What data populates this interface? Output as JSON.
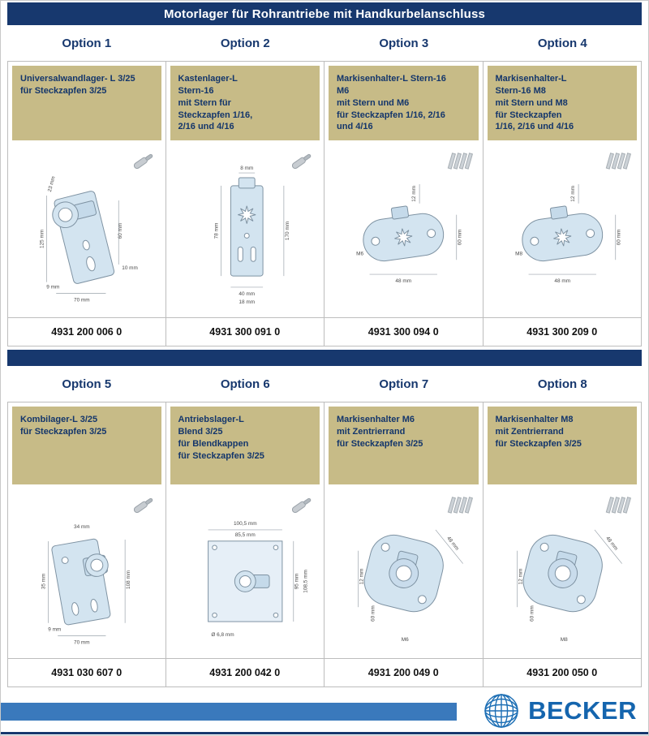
{
  "title": "Motorlager für Rohrantriebe mit Handkurbelanschluss",
  "brand": "BECKER",
  "colors": {
    "navy": "#17386e",
    "khaki": "#c7bb87",
    "footer_blue": "#3a79bc",
    "logo_blue": "#1565ae",
    "drawing_fill": "#d3e4f0"
  },
  "sections": [
    {
      "options": [
        {
          "label": "Option 1",
          "description": "Universalwandlager- L 3/25\nfür Steckzapfen 3/25",
          "article": "4931 200 006 0",
          "corner_icon": "pin-icon",
          "dims": [
            "23 mm",
            "125 mm",
            "60 mm",
            "9 mm",
            "70 mm",
            "10 mm"
          ]
        },
        {
          "label": "Option 2",
          "description": "Kastenlager-L\nStern-16\nmit Stern für\nSteckzapfen 1/16,\n2/16 und 4/16",
          "article": "4931 300 091 0",
          "corner_icon": "pin-icon",
          "dims": [
            "8 mm",
            "78 mm",
            "170 mm",
            "40 mm",
            "18 mm"
          ]
        },
        {
          "label": "Option 3",
          "description": "Markisenhalter-L Stern-16\nM6\nmit Stern und M6\nfür Steckzapfen 1/16, 2/16\nund 4/16",
          "article": "4931 300 094 0",
          "corner_icon": "hatch-icon",
          "dims": [
            "12 mm",
            "60 mm",
            "48 mm",
            "M6"
          ]
        },
        {
          "label": "Option 4",
          "description": "Markisenhalter-L\nStern-16 M8\nmit Stern und M8\nfür Steckzapfen\n1/16, 2/16 und 4/16",
          "article": "4931 300 209 0",
          "corner_icon": "hatch-icon",
          "dims": [
            "12 mm",
            "60 mm",
            "48 mm",
            "M8"
          ]
        }
      ]
    },
    {
      "options": [
        {
          "label": "Option 5",
          "description": "Kombilager-L 3/25\nfür Steckzapfen 3/25",
          "article": "4931 030 607 0",
          "corner_icon": "pin-icon",
          "dims": [
            "34 mm",
            "108 mm",
            "35 mm",
            "9 mm",
            "70 mm"
          ]
        },
        {
          "label": "Option 6",
          "description": "Antriebslager-L\nBlend 3/25\nfür Blendkappen\nfür Steckzapfen 3/25",
          "article": "4931 200 042 0",
          "corner_icon": "pin-icon",
          "dims": [
            "100,5 mm",
            "85,5 mm",
            "95 mm",
            "108,5 mm",
            "Ø 6,8 mm"
          ]
        },
        {
          "label": "Option 7",
          "description": "Markisenhalter M6\nmit Zentrierrand\nfür Steckzapfen 3/25",
          "article": "4931 200 049 0",
          "corner_icon": "hatch-icon",
          "dims": [
            "48 mm",
            "12 mm",
            "60 mm",
            "M6"
          ]
        },
        {
          "label": "Option 8",
          "description": "Markisenhalter M8\nmit Zentrierrand\nfür Steckzapfen 3/25",
          "article": "4931 200 050 0",
          "corner_icon": "hatch-icon",
          "dims": [
            "48 mm",
            "12 mm",
            "60 mm",
            "M8"
          ]
        }
      ]
    }
  ]
}
